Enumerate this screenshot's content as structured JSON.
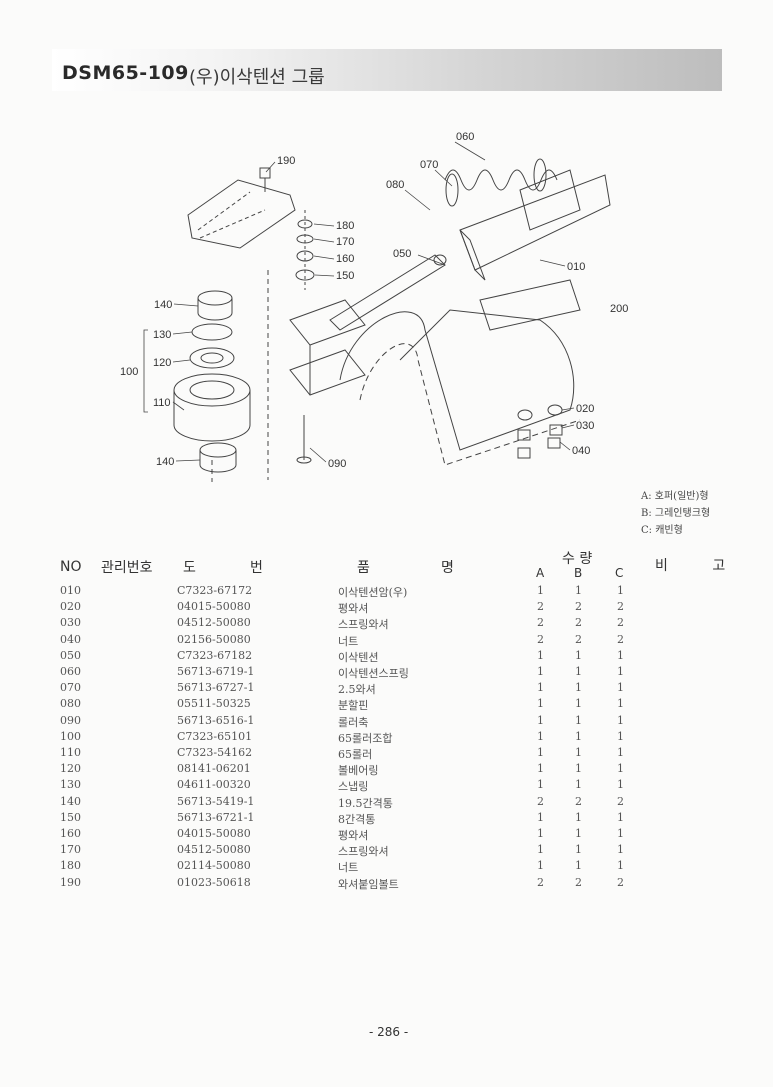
{
  "header": {
    "code": "DSM65-109",
    "name": "(우)이삭텐션 그룹"
  },
  "diagram": {
    "callouts": [
      "060",
      "070",
      "080",
      "050",
      "010",
      "190",
      "180",
      "170",
      "160",
      "150",
      "140",
      "130",
      "120",
      "100",
      "110",
      "140",
      "090",
      "200",
      "020",
      "030",
      "040"
    ]
  },
  "variants": [
    "A: 호퍼(일반)형",
    "B: 그레인탱크형",
    "C: 캐빈형"
  ],
  "table": {
    "headers": {
      "no": "NO",
      "mgmt": "관리번호",
      "drawing_1": "도",
      "drawing_2": "번",
      "name_1": "품",
      "name_2": "명",
      "qty": "수 량",
      "qty_a": "A",
      "qty_b": "B",
      "qty_c": "C",
      "remarks": "비 고"
    },
    "rows": [
      {
        "no": "010",
        "part": "C7323-67172",
        "name": "이삭텐션암(우)",
        "a": "1",
        "b": "1",
        "c": "1"
      },
      {
        "no": "020",
        "part": "04015-50080",
        "name": "평와셔",
        "a": "2",
        "b": "2",
        "c": "2"
      },
      {
        "no": "030",
        "part": "04512-50080",
        "name": "스프링와셔",
        "a": "2",
        "b": "2",
        "c": "2"
      },
      {
        "no": "040",
        "part": "02156-50080",
        "name": "너트",
        "a": "2",
        "b": "2",
        "c": "2"
      },
      {
        "no": "050",
        "part": "C7323-67182",
        "name": "이삭텐션",
        "a": "1",
        "b": "1",
        "c": "1"
      },
      {
        "no": "060",
        "part": "56713-6719-1",
        "name": "이삭텐션스프링",
        "a": "1",
        "b": "1",
        "c": "1"
      },
      {
        "no": "070",
        "part": "56713-6727-1",
        "name": "2.5와셔",
        "a": "1",
        "b": "1",
        "c": "1"
      },
      {
        "no": "080",
        "part": "05511-50325",
        "name": "분할핀",
        "a": "1",
        "b": "1",
        "c": "1"
      },
      {
        "no": "090",
        "part": "56713-6516-1",
        "name": "롤러축",
        "a": "1",
        "b": "1",
        "c": "1"
      },
      {
        "no": "100",
        "part": "C7323-65101",
        "name": "65롤러조합",
        "a": "1",
        "b": "1",
        "c": "1"
      },
      {
        "no": "110",
        "part": "C7323-54162",
        "name": "65롤러",
        "a": "1",
        "b": "1",
        "c": "1"
      },
      {
        "no": "120",
        "part": "08141-06201",
        "name": "볼베어링",
        "a": "1",
        "b": "1",
        "c": "1"
      },
      {
        "no": "130",
        "part": "04611-00320",
        "name": "스냅링",
        "a": "1",
        "b": "1",
        "c": "1"
      },
      {
        "no": "140",
        "part": "56713-5419-1",
        "name": "19.5간격통",
        "a": "2",
        "b": "2",
        "c": "2"
      },
      {
        "no": "150",
        "part": "56713-6721-1",
        "name": "8간격통",
        "a": "1",
        "b": "1",
        "c": "1"
      },
      {
        "no": "160",
        "part": "04015-50080",
        "name": "평와셔",
        "a": "1",
        "b": "1",
        "c": "1"
      },
      {
        "no": "170",
        "part": "04512-50080",
        "name": "스프링와셔",
        "a": "1",
        "b": "1",
        "c": "1"
      },
      {
        "no": "180",
        "part": "02114-50080",
        "name": "너트",
        "a": "1",
        "b": "1",
        "c": "1"
      },
      {
        "no": "190",
        "part": "01023-50618",
        "name": "와셔붙임볼트",
        "a": "2",
        "b": "2",
        "c": "2"
      }
    ]
  },
  "footer": {
    "page": "- 286 -"
  }
}
